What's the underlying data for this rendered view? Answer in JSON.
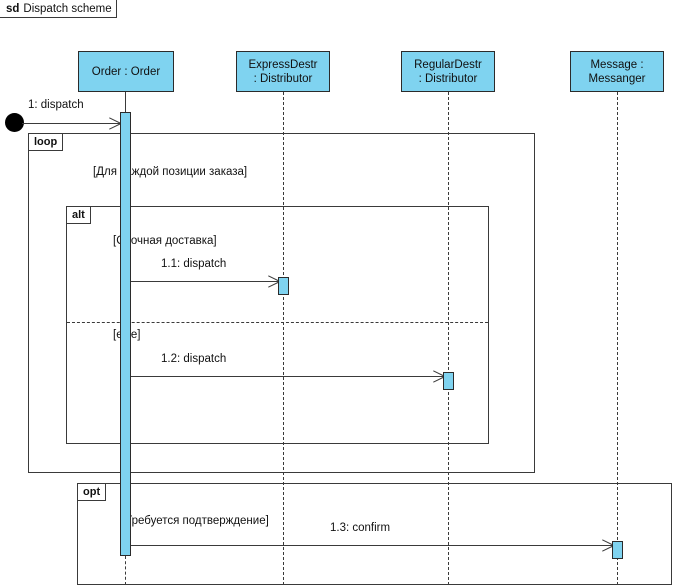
{
  "frame": {
    "keyword": "sd",
    "title": "Dispatch scheme"
  },
  "lifelines": [
    {
      "id": "order",
      "label_line1": "Order : Order",
      "label_line2": ""
    },
    {
      "id": "express",
      "label_line1": "ExpressDestr",
      "label_line2": ": Distributor"
    },
    {
      "id": "regular",
      "label_line1": "RegularDestr",
      "label_line2": ": Distributor"
    },
    {
      "id": "message",
      "label_line1": "Message :",
      "label_line2": "Messanger"
    }
  ],
  "messages": [
    {
      "id": "m0",
      "label": "1: dispatch",
      "from": "start",
      "to": "order"
    },
    {
      "id": "m1",
      "label": "1.1: dispatch",
      "from": "order",
      "to": "express"
    },
    {
      "id": "m2",
      "label": "1.2: dispatch",
      "from": "order",
      "to": "regular"
    },
    {
      "id": "m3",
      "label": "1.3: confirm",
      "from": "order",
      "to": "message"
    }
  ],
  "fragments": [
    {
      "id": "loop",
      "operator": "loop",
      "guards": [
        "[Для каждой позиции заказа]"
      ]
    },
    {
      "id": "alt",
      "operator": "alt",
      "guards": [
        "[Срочная доставка]",
        "[else]"
      ]
    },
    {
      "id": "opt",
      "operator": "opt",
      "guards": [
        "[Требуется подтверждение]"
      ]
    }
  ],
  "colors": {
    "lifeline_fill": "#7fd3f0",
    "stroke": "#3a3a3a",
    "box_stroke": "#2b2b2b",
    "start_node": "#000000",
    "background": "#ffffff"
  }
}
